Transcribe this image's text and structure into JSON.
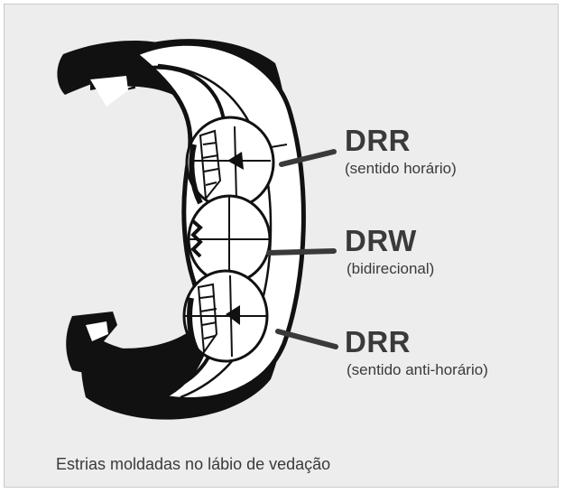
{
  "labels": [
    {
      "main": "DRR",
      "sub": "(sentido horário)"
    },
    {
      "main": "DRW",
      "sub": "(bidirecional)"
    },
    {
      "main": "DRR",
      "sub": "(sentido anti-horário)"
    }
  ],
  "caption": "Estrias moldadas no lábio de vedação",
  "colors": {
    "background": "#ededed",
    "text": "#3a3a3a",
    "ink": "#111111"
  }
}
